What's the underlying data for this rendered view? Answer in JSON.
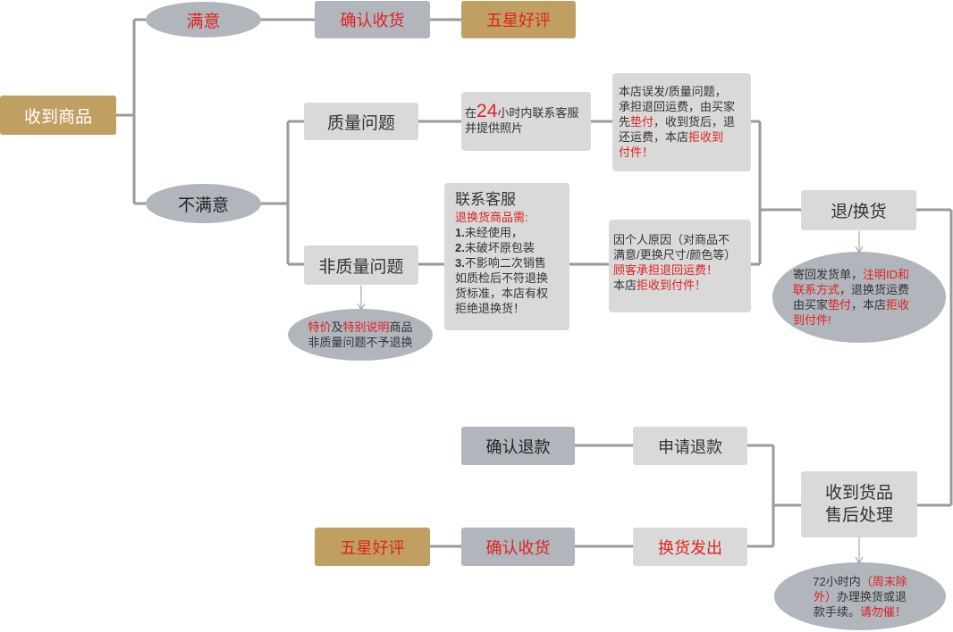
{
  "nodes": {
    "receive_goods": "收到商品",
    "satisfied": "满意",
    "confirm_receipt_top": "确认收货",
    "five_star_top": "五星好评",
    "unsatisfied": "不满意",
    "quality_issue": "质量问题",
    "non_quality_issue": "非质量问题",
    "return_exchange": "退/换货",
    "confirm_refund": "确认退款",
    "apply_refund": "申请退款",
    "after_sale_line1": "收到货品",
    "after_sale_line2": "售后处理",
    "five_star_bottom": "五星好评",
    "confirm_receipt_bottom": "确认收货",
    "exchange_ship": "换货发出"
  },
  "notes": {
    "contact_24h": {
      "pre": "在",
      "num": "24",
      "post1": "小时内联系客服",
      "post2": "并提供照片"
    },
    "quality_policy": {
      "l1": "本店误发/质量问题，",
      "l2": "承担退回运费，由买家",
      "l3a": "先",
      "l3b": "垫付",
      "l3c": "，收到货后，退",
      "l4a": "还运费，本店",
      "l4b": "拒收到",
      "l5": "付件！"
    },
    "contact_service": {
      "title": "联系客服",
      "req": "退换货商品需:",
      "i1n": "1.",
      "i1": "未经使用，",
      "i2n": "2.",
      "i2": "未破坏原包装",
      "i3n": "3.",
      "i3": "不影响二次销售",
      "l5": "如质检后不符退换",
      "l6": "货标准，本店有权",
      "l7": "拒绝退换货！"
    },
    "personal_reason": {
      "l1": "因个人原因（对商品不",
      "l2": "满意/更换尺寸/颜色等）",
      "l3": "顾客承担退回运费！",
      "l4a": "本店",
      "l4b": "拒收到付件！"
    },
    "special_price": {
      "a": "特价",
      "b": "及",
      "c": "特别说明",
      "d": "商品",
      "l2": "非质量问题不予退换"
    },
    "send_back": {
      "l1a": "寄回发货单，",
      "l1b": "注明ID和",
      "l2a": "联系方式",
      "l2b": "，退换货运费",
      "l3a": "由买家",
      "l3b": "垫付",
      "l3c": "，本店",
      "l3d": "拒收",
      "l4": "到付件!"
    },
    "hours72": {
      "l1a": "72小时内",
      "l1b": "（周末除",
      "l2a": "外）",
      "l2b": "办理换货或退",
      "l3a": "款手续。",
      "l3b": "请勿催！"
    }
  },
  "colors": {
    "gold": "#c0a062",
    "light_gray": "#d9d9d9",
    "dark_gray": "#b1b5bc",
    "accent_red": "#e02020",
    "line": "#9a9a9a"
  }
}
